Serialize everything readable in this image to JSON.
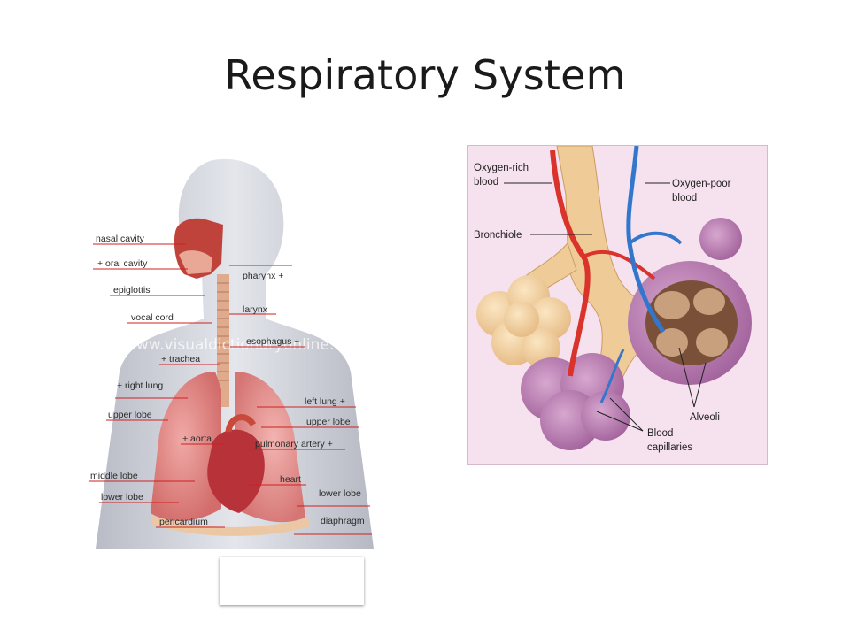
{
  "slide": {
    "title": "Respiratory System"
  },
  "anatomy": {
    "watermark": "www.visualdictionaryonline.com",
    "labels_left": {
      "nasal_cavity": "nasal cavity",
      "oral_cavity": "+ oral cavity",
      "epiglottis": "epiglottis",
      "vocal_cord": "vocal cord",
      "trachea": "+ trachea",
      "right_lung": "+ right lung",
      "upper_lobe": "upper lobe",
      "aorta": "+ aorta",
      "middle_lobe": "middle lobe",
      "lower_lobe": "lower lobe",
      "pericardium": "pericardium"
    },
    "labels_right": {
      "pharynx": "pharynx +",
      "larynx": "larynx",
      "esophagus": "esophagus +",
      "left_lung": "left lung +",
      "upper_lobe": "upper lobe",
      "pulmonary_artery": "pulmonary artery +",
      "heart": "heart",
      "lower_lobe": "lower lobe",
      "diaphragm": "diaphragm"
    }
  },
  "alveoli": {
    "labels": {
      "oxygen_rich_1": "Oxygen-rich",
      "oxygen_rich_2": "blood",
      "oxygen_poor_1": "Oxygen-poor",
      "oxygen_poor_2": "blood",
      "bronchiole": "Bronchiole",
      "alveoli": "Alveoli",
      "blood_capillaries_1": "Blood",
      "blood_capillaries_2": "capillaries"
    }
  }
}
